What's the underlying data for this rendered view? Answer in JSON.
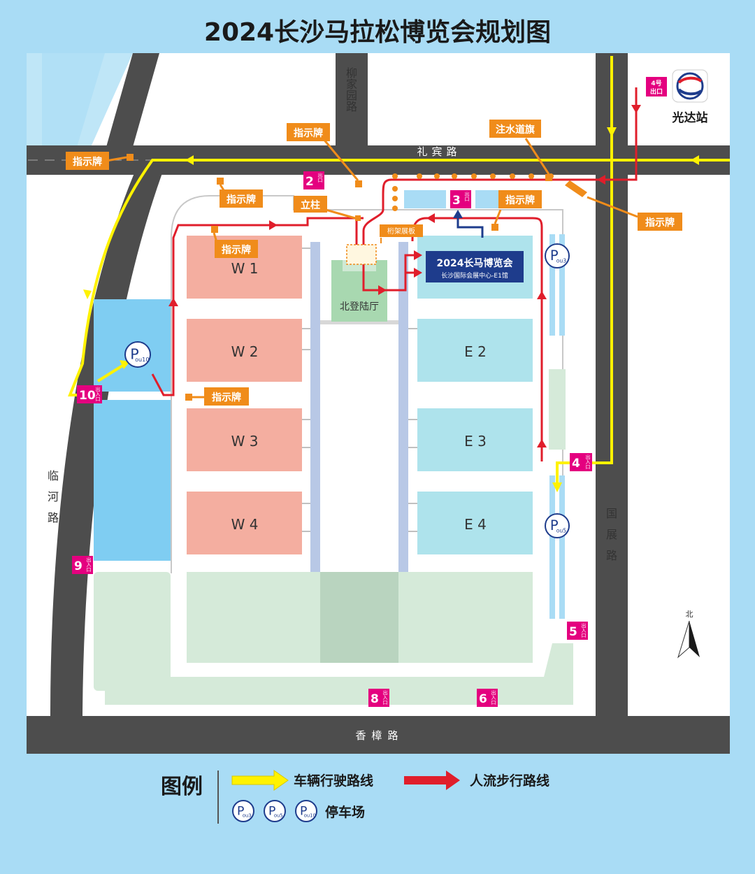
{
  "title": "2024长沙马拉松博览会规划图",
  "roads": {
    "north_top": "柳家园路",
    "libin": "礼宾路",
    "linhe": "临河路",
    "guozhan": "国展路",
    "xiangzhang": "香樟路"
  },
  "station": {
    "exit": "4号出口",
    "name": "光达站"
  },
  "halls": {
    "w1": "W 1",
    "w2": "W 2",
    "w3": "W 3",
    "w4": "W 4",
    "e2": "E 2",
    "e3": "E 3",
    "e4": "E 4",
    "north_hall": "北登陆厅"
  },
  "expo_badge": {
    "title": "2024长马博览会",
    "subtitle": "长沙国际会展中心-E1馆"
  },
  "signs": {
    "sign": "指示牌",
    "pillar": "立柱",
    "flag": "注水道旗",
    "truss": "桁架展板"
  },
  "gates": {
    "g2": "2",
    "g3": "3",
    "g4": "4",
    "g5": "5",
    "g6": "6",
    "g8": "8",
    "g9": "9",
    "g10": "10",
    "exit_label": "出口",
    "entrance_exit_label": "出入口"
  },
  "parking": {
    "p_letter": "P",
    "p3": "ou3",
    "p5": "ou5",
    "p10": "ou10"
  },
  "north_arrow": "北",
  "legend": {
    "title": "图例",
    "vehicle": "车辆行驶路线",
    "pedestrian": "人流步行路线",
    "parking": "停车场"
  },
  "colors": {
    "bg": "#a9dcf5",
    "road": "#4d4d4d",
    "vehicle_route": "#fff200",
    "pedestrian_route": "#e01e2b",
    "hall_west": "#f4aea0",
    "hall_east": "#aee3ec",
    "sign": "#f08c1a",
    "gate": "#e4007f",
    "green": "#d5ead9",
    "navy": "#1e3c8c"
  }
}
